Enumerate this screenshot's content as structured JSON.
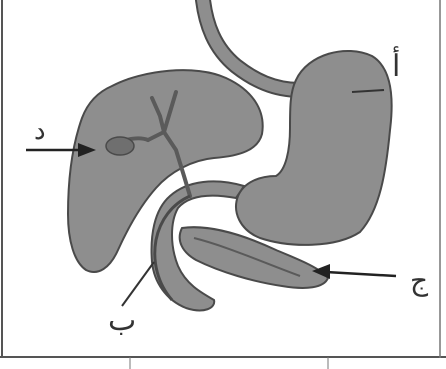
{
  "labels": {
    "a": "أ",
    "d": "د",
    "b": "ب",
    "j": "ج"
  },
  "colors": {
    "organ_fill": "#8e8e8e",
    "organ_stroke": "#4a4a4a",
    "organ_inner": "#6f6f6f",
    "border": "#555555",
    "background": "#ffffff"
  }
}
